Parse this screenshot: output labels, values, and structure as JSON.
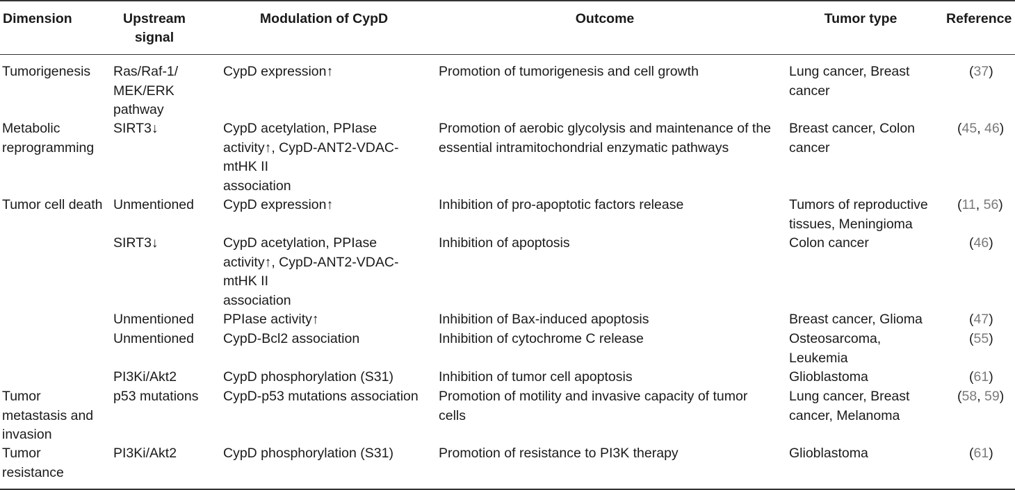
{
  "headers": {
    "dimension": "Dimension",
    "upstream": [
      "Upstream",
      "signal"
    ],
    "modulation": "Modulation of CypD",
    "outcome": "Outcome",
    "tumor_type": "Tumor type",
    "reference": "Reference"
  },
  "rows": [
    {
      "dimension": [
        "Tumorigenesis"
      ],
      "upstream": [
        "Ras/Raf-1/",
        "MEK/ERK",
        "pathway"
      ],
      "modulation": [
        "CypD expression↑"
      ],
      "outcome": [
        "Promotion of tumorigenesis and cell growth"
      ],
      "tumor_type": [
        "Lung cancer, Breast",
        "cancer"
      ],
      "reference": [
        "37"
      ]
    },
    {
      "dimension": [
        "Metabolic",
        "reprogramming"
      ],
      "upstream": [
        "SIRT3↓"
      ],
      "modulation": [
        "CypD acetylation, PPIase",
        "activity↑, CypD-ANT2-VDAC-",
        "mtHK II",
        "association"
      ],
      "outcome": [
        "Promotion of aerobic glycolysis and maintenance of the",
        "essential intramitochondrial enzymatic pathways"
      ],
      "tumor_type": [
        "Breast cancer, Colon",
        "cancer"
      ],
      "reference": [
        "45",
        "46"
      ]
    },
    {
      "dimension": [
        "Tumor cell death"
      ],
      "upstream": [
        "Unmentioned"
      ],
      "modulation": [
        "CypD expression↑"
      ],
      "outcome": [
        "Inhibition of pro-apoptotic factors release"
      ],
      "tumor_type": [
        "Tumors of reproductive",
        "tissues, Meningioma"
      ],
      "reference": [
        "11",
        "56"
      ]
    },
    {
      "dimension": [],
      "upstream": [
        "SIRT3↓"
      ],
      "modulation": [
        "CypD acetylation, PPIase",
        "activity↑, CypD-ANT2-VDAC-",
        "mtHK II",
        "association"
      ],
      "outcome": [
        "Inhibition of apoptosis"
      ],
      "tumor_type": [
        "Colon cancer"
      ],
      "reference": [
        "46"
      ]
    },
    {
      "dimension": [],
      "upstream": [
        "Unmentioned"
      ],
      "modulation": [
        "PPIase activity↑"
      ],
      "outcome": [
        "Inhibition of Bax-induced apoptosis"
      ],
      "tumor_type": [
        "Breast cancer, Glioma"
      ],
      "reference": [
        "47"
      ]
    },
    {
      "dimension": [],
      "upstream": [
        "Unmentioned"
      ],
      "modulation": [
        "CypD-Bcl2 association"
      ],
      "outcome": [
        "Inhibition of cytochrome C release"
      ],
      "tumor_type": [
        "Osteosarcoma,",
        "Leukemia"
      ],
      "reference": [
        "55"
      ]
    },
    {
      "dimension": [],
      "upstream": [
        "PI3Ki/Akt2"
      ],
      "modulation": [
        "CypD phosphorylation (S31)"
      ],
      "outcome": [
        "Inhibition of tumor cell apoptosis"
      ],
      "tumor_type": [
        "Glioblastoma"
      ],
      "reference": [
        "61"
      ]
    },
    {
      "dimension": [
        "Tumor",
        "metastasis and",
        "invasion"
      ],
      "upstream": [
        "p53 mutations"
      ],
      "modulation": [
        "CypD-p53 mutations association"
      ],
      "outcome": [
        "Promotion of motility and invasive capacity of tumor",
        "cells"
      ],
      "tumor_type": [
        "Lung cancer, Breast",
        "cancer, Melanoma"
      ],
      "reference": [
        "58",
        "59"
      ]
    },
    {
      "dimension": [
        "Tumor",
        "resistance"
      ],
      "upstream": [
        "PI3Ki/Akt2"
      ],
      "modulation": [
        "CypD phosphorylation (S31)"
      ],
      "outcome": [
        "Promotion of resistance to PI3K therapy"
      ],
      "tumor_type": [
        "Glioblastoma"
      ],
      "reference": [
        "61"
      ]
    }
  ],
  "colors": {
    "text": "#1a1a1a",
    "reference_number": "#7a7a7a",
    "rule": "#333333"
  }
}
